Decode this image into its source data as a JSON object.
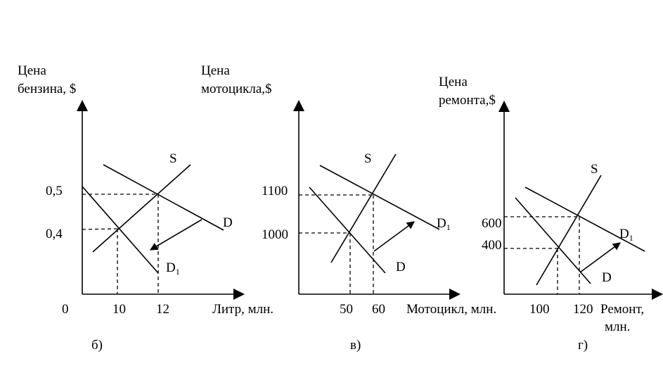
{
  "panels": [
    {
      "id": "b",
      "caption": "б)",
      "y_label": [
        "Цена",
        "бензина, $"
      ],
      "x_label": "Литр, млн.",
      "origin_label": "0",
      "y_ticks": [
        "0,5",
        "0,4"
      ],
      "x_ticks": [
        "10",
        "12"
      ],
      "curve_S": "S",
      "curve_D": "D",
      "curve_D1": {
        "main": "D",
        "sub": "1"
      }
    },
    {
      "id": "v",
      "caption": "в)",
      "y_label": [
        "Цена",
        "мотоцикла,$"
      ],
      "x_label": "Мотоцикл, млн.",
      "y_ticks": [
        "1100",
        "1000"
      ],
      "x_ticks": [
        "50",
        "60"
      ],
      "curve_S": "S",
      "curve_D": "D",
      "curve_D1": {
        "main": "D",
        "sub": "1"
      }
    },
    {
      "id": "g",
      "caption": "г)",
      "y_label": [
        "Цена",
        "ремонта,$"
      ],
      "x_label": [
        "Ремонт,",
        "млн."
      ],
      "y_ticks": [
        "600",
        "400"
      ],
      "x_ticks": [
        "100",
        "120"
      ],
      "curve_S": "S",
      "curve_D": "D",
      "curve_D1": {
        "main": "D",
        "sub": "1"
      }
    }
  ]
}
